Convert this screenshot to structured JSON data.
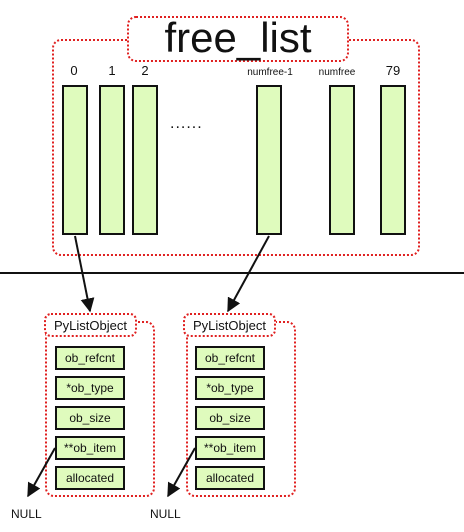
{
  "title": "free_list",
  "indices": [
    "0",
    "1",
    "2",
    "numfree-1",
    "numfree",
    "79"
  ],
  "ellipsis": "......",
  "objects": [
    {
      "label": "PyListObject",
      "fields": [
        "ob_refcnt",
        "*ob_type",
        "ob_size",
        "**ob_item",
        "allocated"
      ],
      "null_label": "NULL"
    },
    {
      "label": "PyListObject",
      "fields": [
        "ob_refcnt",
        "*ob_type",
        "ob_size",
        "**ob_item",
        "allocated"
      ],
      "null_label": "NULL"
    }
  ],
  "colors": {
    "slot_fill": "#dffbbd",
    "outline": "#111111",
    "dotted_border": "#e02020"
  }
}
